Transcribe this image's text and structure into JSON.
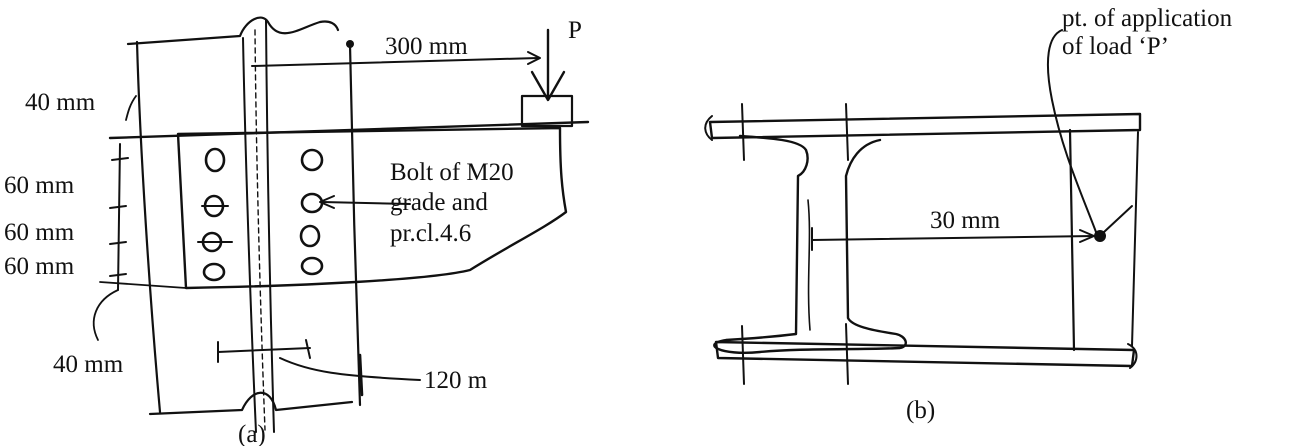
{
  "figure_a": {
    "caption": "(a)",
    "dim_top": "300 mm",
    "load_symbol": "P",
    "dim_edge_top": "40 mm",
    "dim_pitch_1": "60 mm",
    "dim_pitch_2": "60 mm",
    "dim_pitch_3": "60 mm",
    "dim_edge_bottom": "40 mm",
    "dim_gauge": "120 m",
    "bolt_note_line1": "Bolt of M20",
    "bolt_note_line2": "grade and",
    "bolt_note_line3": "pr.cl.4.6"
  },
  "figure_b": {
    "caption": "(b)",
    "dim_eccentricity": "30 mm",
    "load_note_line1": "pt. of  application",
    "load_note_line2": "of load ‘P’"
  }
}
